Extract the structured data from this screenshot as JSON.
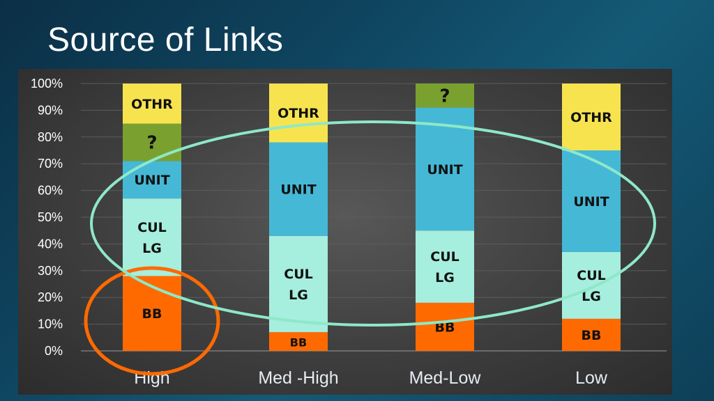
{
  "slide": {
    "title": "Source of Links"
  },
  "chart_data": {
    "type": "bar",
    "stacked": true,
    "ylim": [
      0,
      100
    ],
    "y_ticks": [
      "0%",
      "10%",
      "20%",
      "30%",
      "40%",
      "50%",
      "60%",
      "70%",
      "80%",
      "90%",
      "100%"
    ],
    "categories": [
      "High",
      "Med -High",
      "Med-Low",
      "Low"
    ],
    "series": [
      {
        "name": "BB",
        "label": "BB",
        "color": "#ff6a00",
        "values": [
          28,
          7,
          18,
          12
        ]
      },
      {
        "name": "CUL LG",
        "label": "CUL\nLG",
        "color": "#a6eedd",
        "values": [
          29,
          36,
          27,
          25
        ]
      },
      {
        "name": "UNIT",
        "label": "UNIT",
        "color": "#45b8d6",
        "values": [
          14,
          35,
          46,
          38
        ]
      },
      {
        "name": "?",
        "label": "?",
        "color": "#7aa12f",
        "values": [
          14,
          0,
          9,
          0
        ]
      },
      {
        "name": "OTHR",
        "label": "OTHR",
        "color": "#f7e34e",
        "values": [
          15,
          22,
          0,
          25
        ]
      }
    ],
    "annotations": [
      {
        "type": "ellipse",
        "color": "#ff6a00",
        "highlights": "BB of High"
      },
      {
        "type": "ellipse",
        "color": "#8ee8c8",
        "highlights": "CUL LG and UNIT across all categories"
      }
    ]
  }
}
